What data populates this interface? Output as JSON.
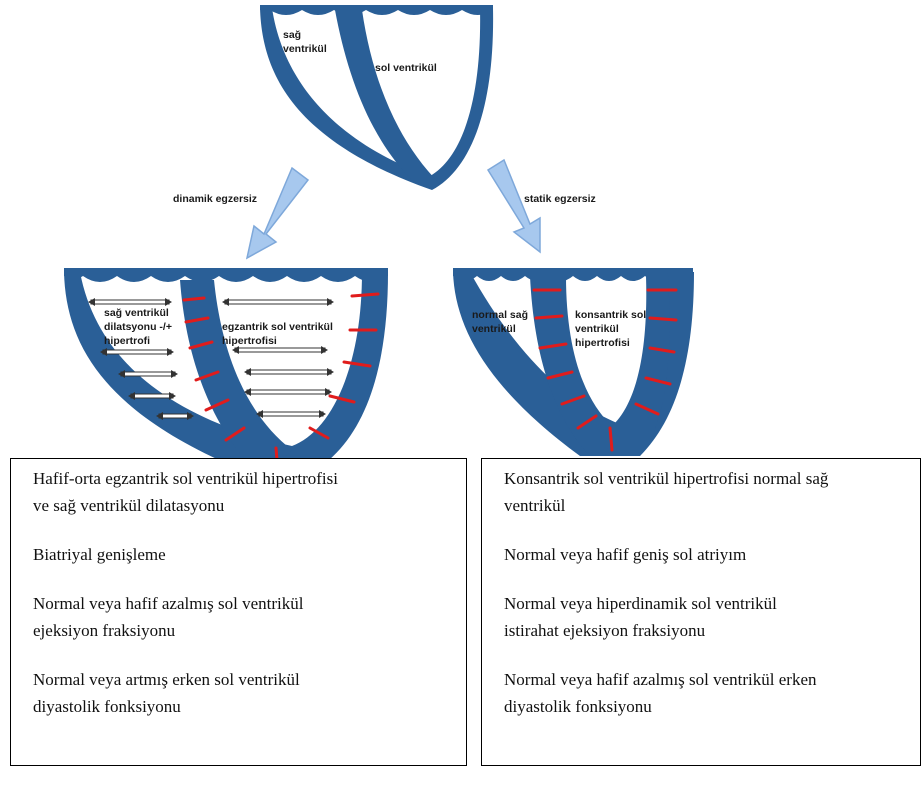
{
  "colors": {
    "heart": "#2a5f97",
    "marker": "#e01c1c",
    "arrow_fill": "#a7c8ee",
    "arrow_stroke": "#7ea8da",
    "box_border": "#000000"
  },
  "top_heart": {
    "label_right": [
      "sağ",
      "ventrikül"
    ],
    "label_left": "sol ventrikül"
  },
  "arrows": {
    "left_label": "dinamik egzersiz",
    "right_label": "statik egzersiz"
  },
  "left_heart": {
    "label_right": [
      "sağ ventrikül",
      "dilatsyonu -/+",
      "hipertrofi"
    ],
    "label_left": [
      "egzantrik sol ventrikül",
      "hipertrofisi"
    ]
  },
  "right_heart": {
    "label_right": [
      "normal sağ",
      "ventrikül"
    ],
    "label_left": [
      "konsantrik sol",
      "ventrikül",
      "hipertrofisi"
    ]
  },
  "left_box": {
    "items": [
      "Hafif-orta egzantrik sol ventrikül  hipertrofisi\nve sağ ventrikül dilatasyonu",
      "Biatriyal genişleme",
      "Normal veya  hafif  azalmış sol ventrikül\nejeksiyon fraksiyonu",
      "Normal veya  artmış  erken  sol ventrikül\ndiyastolik fonksiyonu"
    ]
  },
  "right_box": {
    "items": [
      "Konsantrik sol ventrikül hipertrofisi normal sağ\nventrikül",
      "Normal veya hafif geniş sol atriyım",
      "Normal veya  hiperdinamik sol ventrikül\nistirahat  ejeksiyon  fraksiyonu",
      "Normal veya hafif  azalmış sol ventrikül erken\ndiyastolik  fonksiyonu"
    ]
  }
}
